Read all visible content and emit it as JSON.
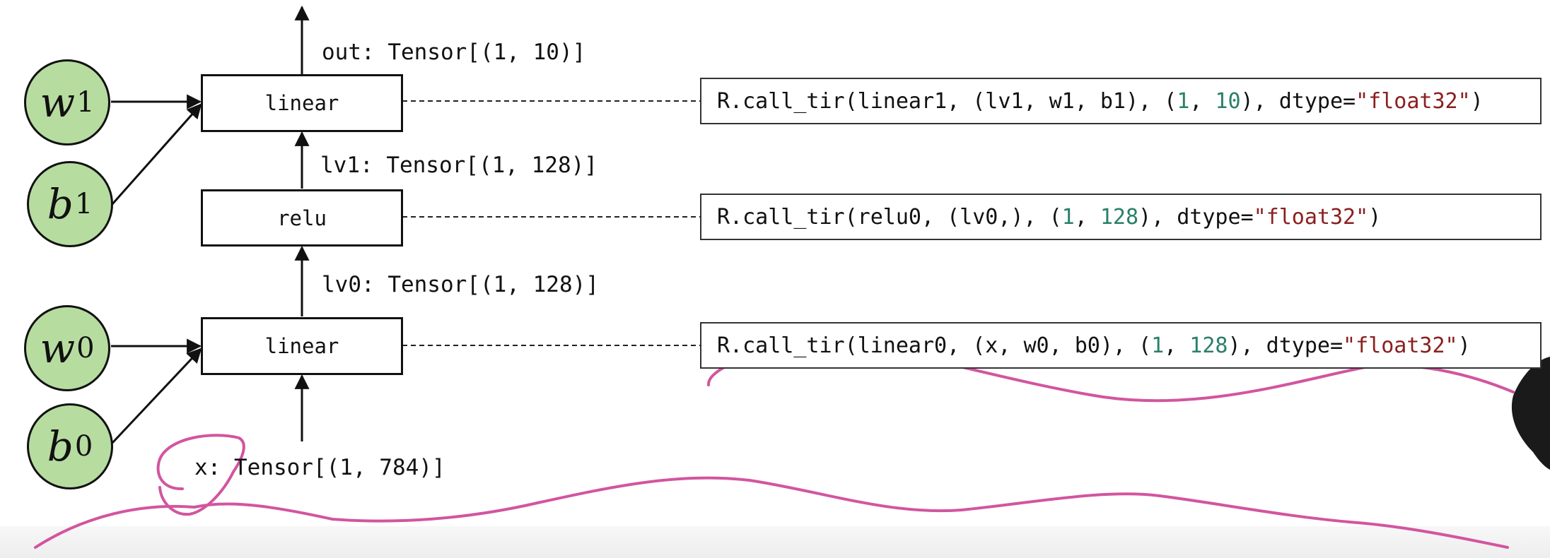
{
  "nodes": {
    "w1": {
      "base": "w",
      "sub": "1"
    },
    "b1": {
      "base": "b",
      "sub": "1"
    },
    "w0": {
      "base": "w",
      "sub": "0"
    },
    "b0": {
      "base": "b",
      "sub": "0"
    }
  },
  "ops": {
    "top_linear": "linear",
    "relu": "relu",
    "bottom_linear": "linear"
  },
  "tensors": {
    "out": "out: Tensor[(1, 10)]",
    "lv1": "lv1: Tensor[(1, 128)]",
    "lv0": "lv0: Tensor[(1, 128)]",
    "x": "x: Tensor[(1, 784)]"
  },
  "code": {
    "linear1": {
      "prefix": "R.call_tir(linear1, (lv1, w1, b1), (",
      "n1": "1",
      "sep": ", ",
      "n2": "10",
      "mid": "), dtype=",
      "dtype": "\"float32\"",
      "suffix": ")"
    },
    "relu0": {
      "prefix": "R.call_tir(relu0, (lv0,), (",
      "n1": "1",
      "sep": ", ",
      "n2": "128",
      "mid": "), dtype=",
      "dtype": "\"float32\"",
      "suffix": ")"
    },
    "linear0": {
      "prefix": "R.call_tir(linear0, (x, w0, b0), (",
      "n1": "1",
      "sep": ", ",
      "n2": "128",
      "mid": "), dtype=",
      "dtype": "\"float32\"",
      "suffix": ")"
    }
  },
  "colors": {
    "node_fill": "#b7dca0",
    "number": "#2a8068",
    "string": "#8b1f1f",
    "annotation": "#d2559f"
  }
}
